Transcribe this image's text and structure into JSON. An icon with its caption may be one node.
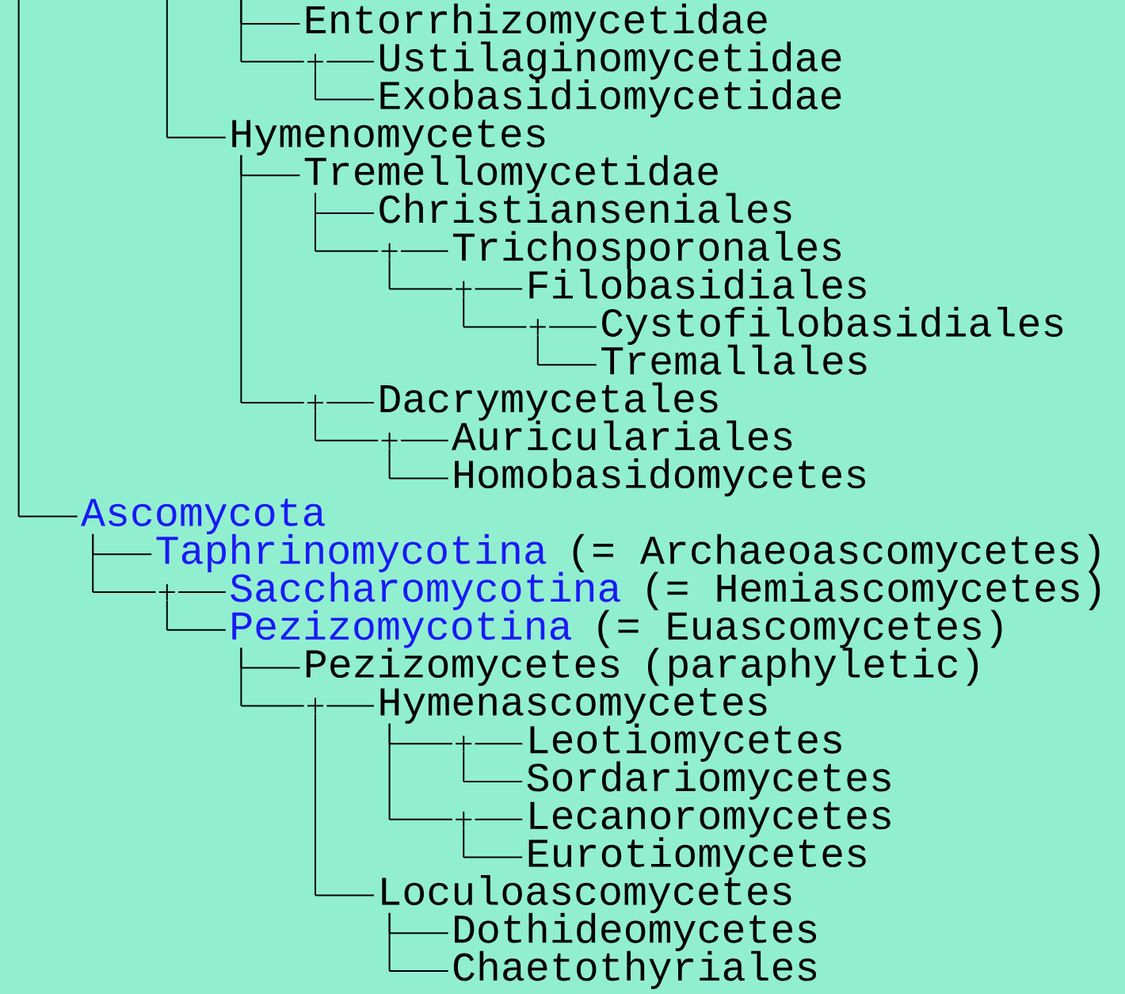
{
  "diagram": {
    "nodes": [
      {
        "text": [
          "Entorrhizomycetidae"
        ]
      },
      {
        "text": [],
        "shape": "plus"
      },
      {
        "text": [
          "Ustilaginomycetidae"
        ]
      },
      {
        "text": [
          "Exobasidiomycetidae"
        ]
      },
      {
        "text": [
          "Hymenomycetes"
        ]
      },
      {
        "text": [
          "Tremellomycetidae"
        ]
      },
      {
        "text": [
          "Christianseniales"
        ]
      },
      {
        "text": [],
        "shape": "plus"
      },
      {
        "text": [
          "Trichosporonales"
        ]
      },
      {
        "text": [],
        "shape": "plus"
      },
      {
        "text": [
          "Filobasidiales"
        ]
      },
      {
        "text": [],
        "shape": "plus"
      },
      {
        "text": [
          "Cystofilobasidiales"
        ]
      },
      {
        "text": [
          "Tremallales"
        ]
      },
      {
        "text": [],
        "shape": "plus"
      },
      {
        "text": [
          "Dacrymycetales"
        ]
      },
      {
        "text": [],
        "shape": "plus"
      },
      {
        "text": [
          "Auriculariales"
        ]
      },
      {
        "text": [
          "Homobasidomycetes"
        ]
      },
      {
        "text": [
          "Ascomycota"
        ]
      },
      {
        "text": [
          "Taphrinomycotina",
          "(= Archaeoascomycetes)"
        ]
      },
      {
        "text": [],
        "shape": "plus"
      },
      {
        "text": [
          "Saccharomycotina",
          "(= Hemiascomycetes)"
        ]
      },
      {
        "text": [
          "Pezizomycotina",
          "(= Euascomycetes)"
        ]
      },
      {
        "text": [
          "Pezizomycetes",
          "(paraphyletic)"
        ]
      },
      {
        "text": [],
        "shape": "plus"
      },
      {
        "text": [
          "Hymenascomycetes"
        ]
      },
      {
        "text": [],
        "shape": "plus"
      },
      {
        "text": [
          "Leotiomycetes"
        ]
      },
      {
        "text": [
          "Sordariomycetes"
        ]
      },
      {
        "text": [],
        "shape": "plus"
      },
      {
        "text": [
          "Lecanoromycetes"
        ]
      },
      {
        "text": [
          "Eurotiomycetes"
        ]
      },
      {
        "text": [
          "Loculoascomycetes"
        ]
      },
      {
        "text": [
          "Dothideomycetes"
        ]
      },
      {
        "text": [
          "Chaetothyriales"
        ]
      }
    ],
    "edges": [
      {
        "from": null,
        "to": 0,
        "arrow": "none"
      },
      {
        "from": null,
        "to": 1,
        "arrow": "none"
      },
      {
        "from": 1,
        "to": 2,
        "arrow": "none"
      },
      {
        "from": 1,
        "to": 3,
        "arrow": "none"
      },
      {
        "from": null,
        "to": 4,
        "arrow": "none"
      },
      {
        "from": 4,
        "to": 5,
        "arrow": "none"
      },
      {
        "from": 5,
        "to": 6,
        "arrow": "none"
      },
      {
        "from": 5,
        "to": 7,
        "arrow": "none"
      },
      {
        "from": 7,
        "to": 8,
        "arrow": "none"
      },
      {
        "from": 7,
        "to": 9,
        "arrow": "none"
      },
      {
        "from": 9,
        "to": 10,
        "arrow": "none"
      },
      {
        "from": 9,
        "to": 11,
        "arrow": "none"
      },
      {
        "from": 11,
        "to": 12,
        "arrow": "none"
      },
      {
        "from": 11,
        "to": 13,
        "arrow": "none"
      },
      {
        "from": 4,
        "to": 14,
        "arrow": "none"
      },
      {
        "from": 14,
        "to": 15,
        "arrow": "none"
      },
      {
        "from": 14,
        "to": 16,
        "arrow": "none"
      },
      {
        "from": 16,
        "to": 17,
        "arrow": "none"
      },
      {
        "from": 16,
        "to": 18,
        "arrow": "none"
      },
      {
        "from": null,
        "to": 19,
        "arrow": "none"
      },
      {
        "from": 19,
        "to": 20,
        "arrow": "none"
      },
      {
        "from": 19,
        "to": 21,
        "arrow": "none"
      },
      {
        "from": 21,
        "to": 22,
        "arrow": "none"
      },
      {
        "from": 21,
        "to": 23,
        "arrow": "none"
      },
      {
        "from": 23,
        "to": 24,
        "arrow": "none"
      },
      {
        "from": 23,
        "to": 25,
        "arrow": "none"
      },
      {
        "from": 25,
        "to": 26,
        "arrow": "none"
      },
      {
        "from": 25,
        "to": 33,
        "arrow": "none"
      },
      {
        "from": 26,
        "to": 27,
        "arrow": "none"
      },
      {
        "from": 27,
        "to": 28,
        "arrow": "none"
      },
      {
        "from": 27,
        "to": 29,
        "arrow": "none"
      },
      {
        "from": 26,
        "to": 30,
        "arrow": "none"
      },
      {
        "from": 30,
        "to": 31,
        "arrow": "none"
      },
      {
        "from": 30,
        "to": 32,
        "arrow": "none"
      },
      {
        "from": 33,
        "to": 34,
        "arrow": "none"
      },
      {
        "from": 33,
        "to": 35,
        "arrow": "none"
      }
    ]
  }
}
